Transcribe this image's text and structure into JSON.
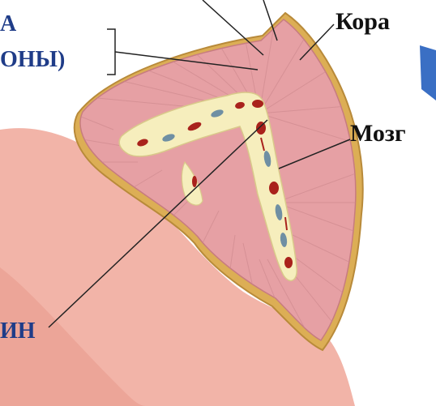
{
  "labels": {
    "cortex_hormones_line1": "А",
    "cortex_hormones_line2": "ОНЫ)",
    "cortex": "Кора",
    "medulla": "Мозг",
    "medulla_hormone": "ИН"
  },
  "colors": {
    "tissue_pink": "#e6a0a4",
    "cortex_yellow": "#dcae55",
    "medulla_cream": "#f6eebd",
    "kidney_peach": "#f2b4a8",
    "label_blue": "#1f3c88",
    "arrow_blue": "#3a6fc4",
    "blood_red": "#a9221c",
    "vein_blue": "#6f8fa3"
  }
}
